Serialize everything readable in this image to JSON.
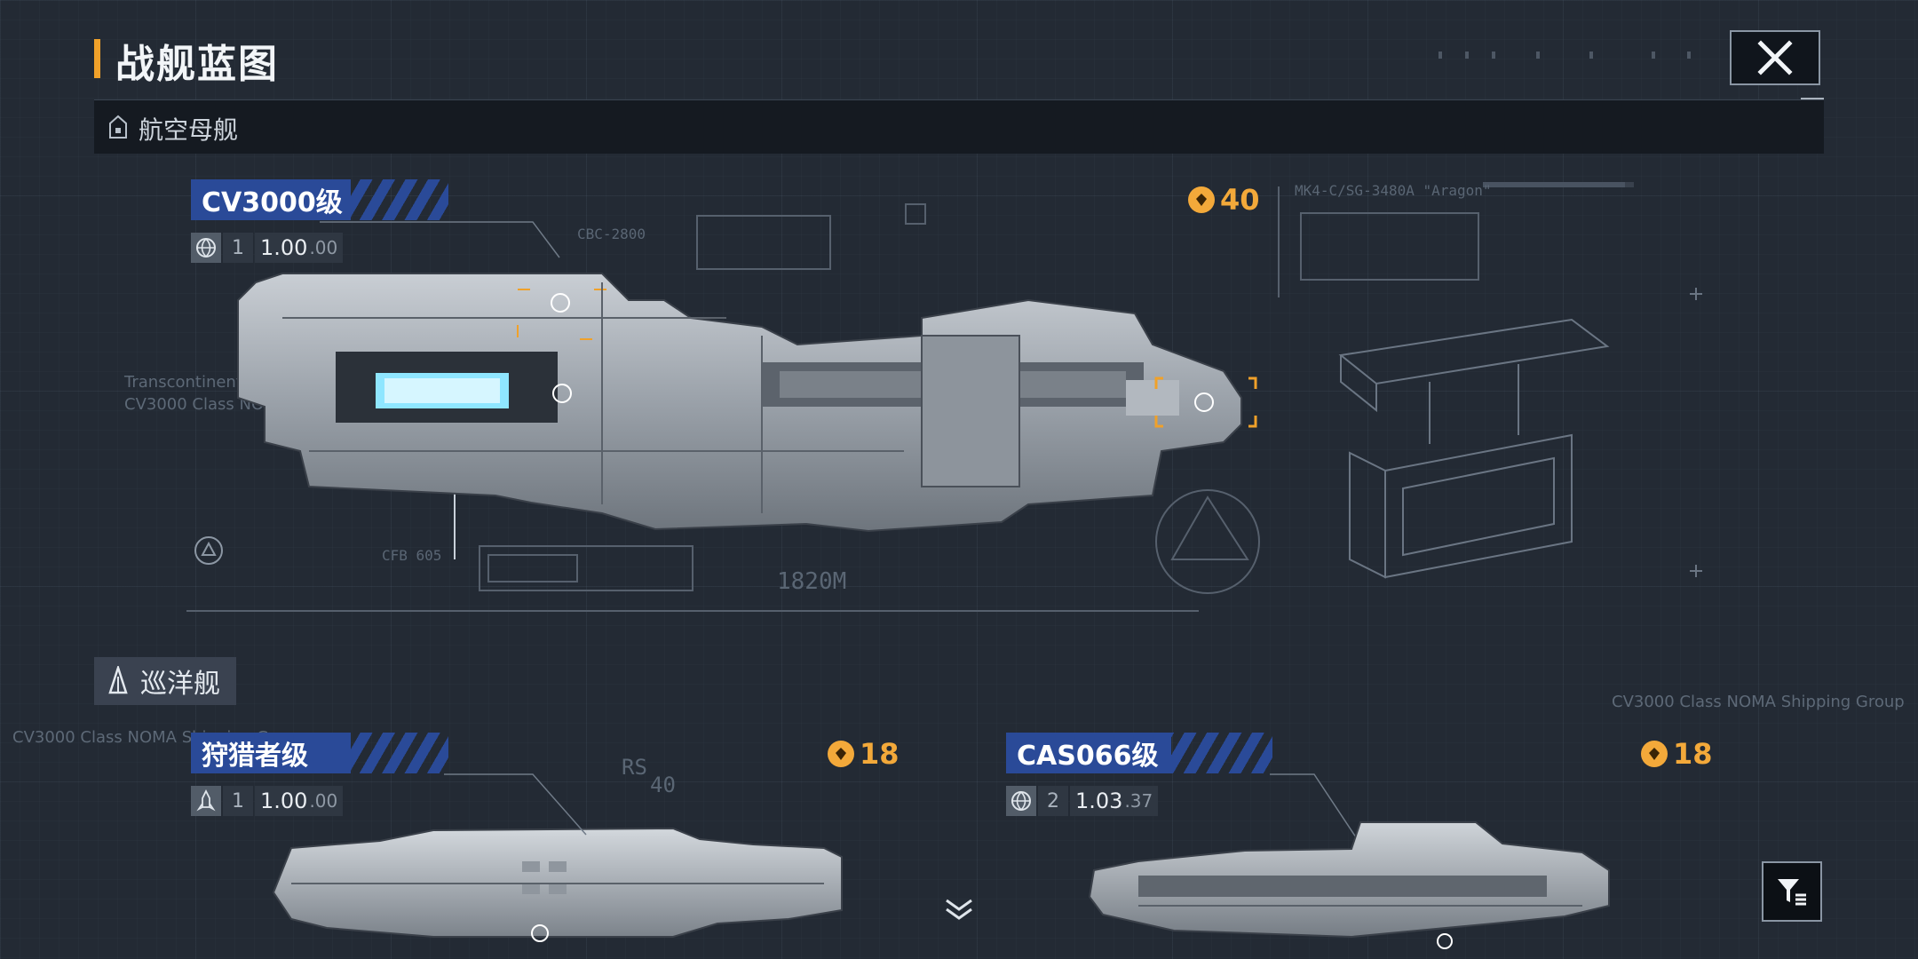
{
  "header": {
    "title": "战舰蓝图"
  },
  "sections": [
    {
      "label": "航空母舰",
      "icon": "carrier-icon"
    },
    {
      "label": "巡洋舰",
      "icon": "cruiser-icon"
    }
  ],
  "ships": [
    {
      "name": "CV3000级",
      "count": "1",
      "value": "1.00",
      "decimal": ".00",
      "cost": "40",
      "type_icon": "globe-icon",
      "length": "1820M"
    },
    {
      "name": "狩猎者级",
      "count": "1",
      "value": "1.00",
      "decimal": ".00",
      "cost": "18",
      "type_icon": "rocket-icon"
    },
    {
      "name": "CAS066级",
      "count": "2",
      "value": "1.03",
      "decimal": ".37",
      "cost": "18",
      "type_icon": "globe-icon"
    }
  ],
  "blueprint_text": {
    "bg_line_1": "CV3000 Class NOMA Shipping Group",
    "bg_line_2": "Transcontinental Group",
    "cbc": "CBC-2800",
    "cfb": "CFB 605",
    "mk": "MK4-C/SG-3480A \"Aragon\"",
    "rs": "RS",
    "rs_num": "40"
  },
  "colors": {
    "accent": "#f0a12a",
    "ship_tag": "#2a4a98",
    "cost": "#f3a93a"
  }
}
